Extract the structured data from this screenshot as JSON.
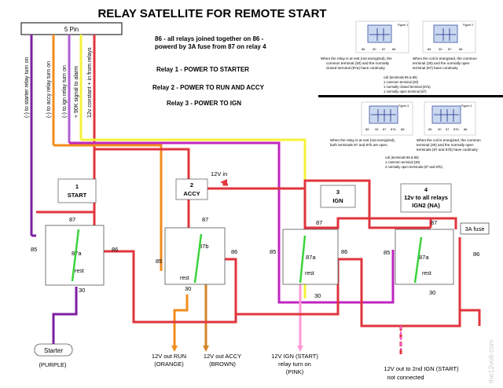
{
  "title": "RELAY SATELLITE FOR REMOTE START",
  "connector": {
    "label": "5 Pin",
    "wires": [
      {
        "label": "(-) to starter relay turn on",
        "color": "#7b1fa2"
      },
      {
        "label": "(-) to accy relay turn on",
        "color": "#f28c1c"
      },
      {
        "label": "(-) to ign relay turn on",
        "color": "#a64dc9"
      },
      {
        "label": "+ 90K signal to alarm",
        "color": "#f5f23a"
      },
      {
        "label": "12v constant + in from relays",
        "color": "#e0353c"
      }
    ]
  },
  "notes": {
    "line1": "86 - all relays joined together on 86 -",
    "line2": "powerd by 3A fuse from 87 on relay 4",
    "relay1": "Relay 1 - POWER TO STARTER",
    "relay2": "Relay 2 - POWER TO RUN AND ACCY",
    "relay3": "Relay 3 - POWER TO IGN"
  },
  "legend": {
    "top_left_caption_1": "When the relay is at rest (not energized), the",
    "top_left_caption_2": "common terminal (30) and the normally",
    "top_left_caption_3": "closed terminal (87a) have continuity",
    "top_right_caption_1": "When the coil is energized, the common",
    "top_right_caption_2": "terminal (30) and the normally open",
    "top_right_caption_3": "terminal (87) have continuity",
    "pins_1": "coil (terminals 85 & 86)",
    "pins_2": "1 common terminal (30)",
    "pins_3": "1 normally closed terminal (87a)",
    "pins_4": "1 normally open terminal (87)",
    "bottom_left_caption_1": "When the relay is at rest (not energized),",
    "bottom_left_caption_2": "both terminals 87 and 87b are open.",
    "bottom_right_caption_1": "When the coil is energized, the common",
    "bottom_right_caption_2": "terminal (30) and the normally open",
    "bottom_right_caption_3": "terminals (87 and 87b) have continuity",
    "pins_b1": "coil (terminals 85 & 86)",
    "pins_b2": "1 common terminal (30)",
    "pins_b3": "2 normally open terminals (87 and 87b)",
    "fig1": "Figure 1",
    "fig2": "Figure 2",
    "fig3": "Figure 3",
    "fig4": "Figure 4"
  },
  "relays": [
    {
      "num": "1",
      "name": "START",
      "p87": "87",
      "p87x": "87a",
      "p85": "85",
      "p86": "86",
      "p30": "30",
      "rest": "rest"
    },
    {
      "num": "2",
      "name": "ACCY",
      "p87": "87",
      "p87x": "87b",
      "p85": "85",
      "p86": "86",
      "p30": "30",
      "rest": "rest"
    },
    {
      "num": "3",
      "name": "IGN",
      "p87": "87",
      "p87x": "87a",
      "p85": "85",
      "p86": "86",
      "p30": "30",
      "rest": "rest"
    },
    {
      "num": "4",
      "name": "12v to all relays",
      "sub": "IGN2 (NA)",
      "p87": "87",
      "p87x": "87a",
      "p85": "85",
      "p86": "86",
      "p30": "30",
      "rest": "rest"
    }
  ],
  "labels": {
    "v12in": "12V in",
    "fuse": "3A fuse",
    "starter": "Starter",
    "starter_color": "(PURPLE)",
    "run_1": "12V out RUN",
    "run_2": "(ORANGE)",
    "accy_1": "12V out ACCY",
    "accy_2": "(BROWN)",
    "ign_1": "12V IGN (START)",
    "ign_2": "relay turn on",
    "ign_3": "(PINK)",
    "ign2_1": "12V out to 2nd IGN (START)",
    "ign2_2": "not connected"
  },
  "watermark": "the12volt.com"
}
